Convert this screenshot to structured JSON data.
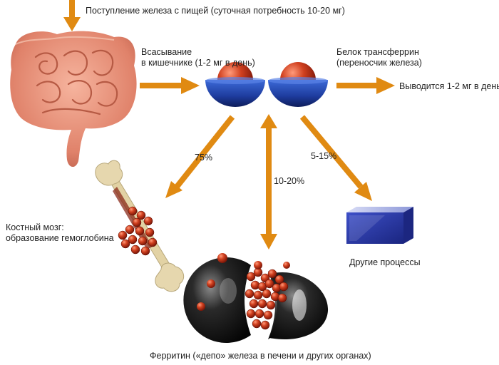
{
  "labels": {
    "intake": "Поступление железа с пищей (суточная потребность 10-20 мг)",
    "absorption_line1": "Всасывание",
    "absorption_line2": "в кишечнике (1-2 мг в день)",
    "transferrin_line1": "Белок трансферрин",
    "transferrin_line2": "(переносчик железа)",
    "excreted": "Выводится 1-2 мг в день",
    "pct_bone": "75%",
    "pct_ferritin": "10-20%",
    "pct_other": "5-15%",
    "bone_marrow_line1": "Костный мозг:",
    "bone_marrow_line2": "образование гемоглобина",
    "other_processes": "Другие процессы",
    "ferritin": "Ферритин («депо» железа в печени и других органах)"
  },
  "colors": {
    "arrow": "#E08A12",
    "transferrin_bowl": "#1E3C9E",
    "iron_sphere": "#C8351E",
    "intestine": "#E8957A",
    "bone": "#E2D2A4",
    "box": "#2E3FAA",
    "ferritin_shell": "#151515"
  },
  "icons": {
    "intestine": "intestine-icon",
    "transferrin": "transferrin-icon",
    "bone": "bone-icon",
    "ferritin": "ferritin-icon",
    "box": "box-icon"
  }
}
